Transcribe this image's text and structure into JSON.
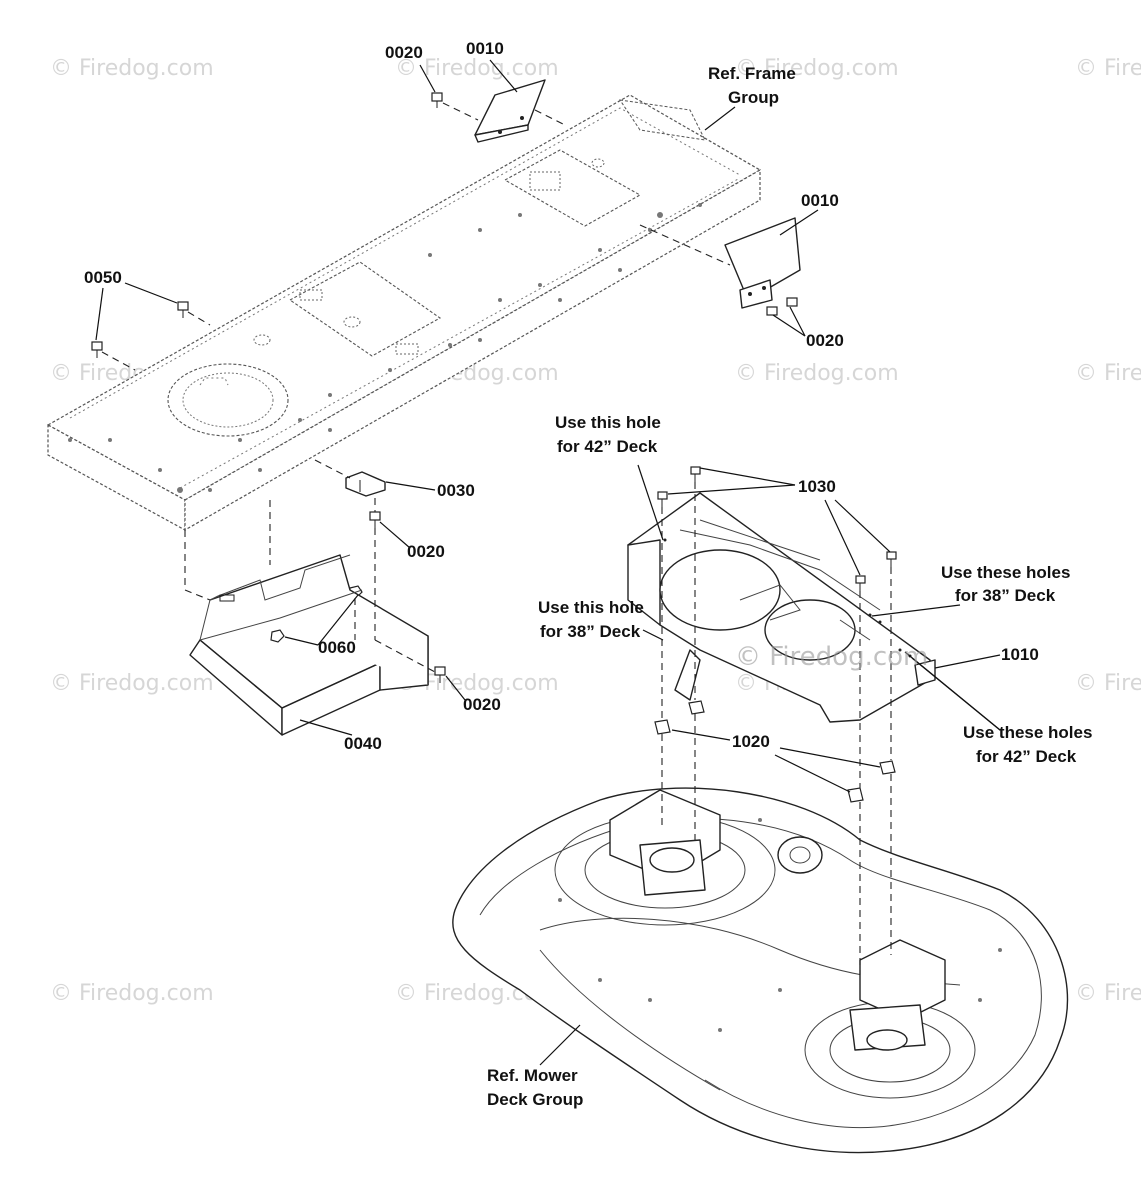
{
  "watermark": "© Firedog.com",
  "labels": {
    "p0020_top": "0020",
    "p0010_top": "0010",
    "ref_frame": "Ref. Frame",
    "ref_frame_2": "Group",
    "p0010_right": "0010",
    "p0050": "0050",
    "p0020_right": "0020",
    "p0030": "0030",
    "p0020_mid": "0020",
    "p0060": "0060",
    "p0020_low": "0020",
    "p0040": "0040",
    "use_hole_42_a": "Use this hole",
    "use_hole_42_b": "for 42” Deck",
    "p1030": "1030",
    "use_holes_38_a": "Use these holes",
    "use_holes_38_b": "for 38” Deck",
    "use_hole_38_a": "Use this hole",
    "use_hole_38_b": "for 38” Deck",
    "p1010": "1010",
    "use_holes_42_a": "Use these holes",
    "use_holes_42_b": "for 42” Deck",
    "p1020": "1020",
    "ref_mower_a": "Ref. Mower",
    "ref_mower_b": "Deck Group"
  }
}
